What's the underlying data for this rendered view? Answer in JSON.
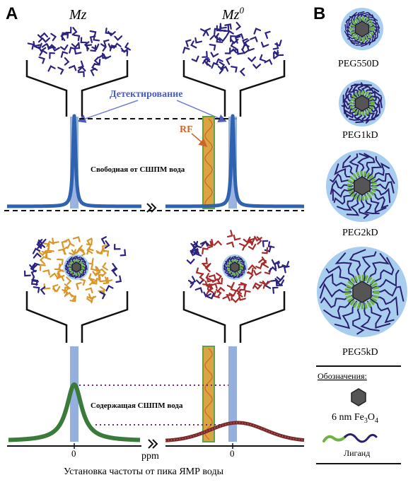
{
  "panels": {
    "a": "A",
    "b": "B"
  },
  "top": {
    "mz": "Mz",
    "mz0": "Mz",
    "mz0_sup": "0",
    "detection": "Детектирование",
    "rf": "RF",
    "free_water": "Свободная от СШПМ вода"
  },
  "bottom": {
    "bound_water": "Содержащая СШПМ вода",
    "tick_left": "0",
    "tick_right": "0",
    "unit": "ppm",
    "caption": "Установка частоты от пика ЯМР воды"
  },
  "particles": [
    {
      "label": "PEG550D"
    },
    {
      "label": "PEG1kD"
    },
    {
      "label": "PEG2kD"
    },
    {
      "label": "PEG5kD"
    }
  ],
  "legend": {
    "title": "Обозначения:",
    "core_prefix": "6 nm Fe",
    "core_sub1": "3",
    "core_mid": "O",
    "core_sub2": "4",
    "ligand": "Лиганд"
  },
  "colors": {
    "blue_peak": "#2f63b0",
    "green_peak": "#3a7a3a",
    "red_peak": "#7a2a2a",
    "rf_band": "#d9a441",
    "halo": "#a9cdef",
    "ligand_green": "#6db33f",
    "ligand_dark": "#2a1f6e",
    "detect_label": "#4a5bc4",
    "rf_label": "#d2622a"
  }
}
